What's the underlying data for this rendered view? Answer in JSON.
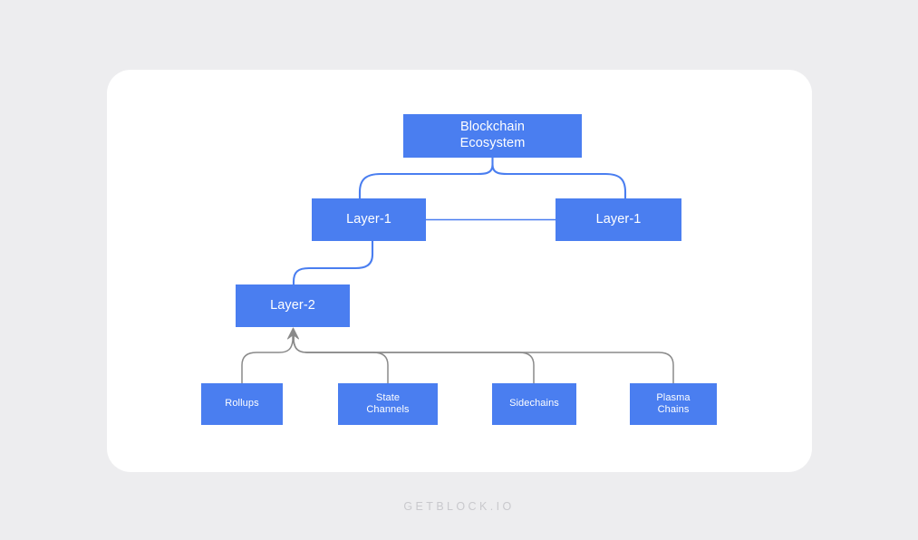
{
  "page": {
    "background_color": "#ededef",
    "card_background": "#ffffff",
    "node_color": "#4a7ef0",
    "node_text_color": "#ffffff",
    "blue_connector_color": "#4a7ef0",
    "gray_connector_color": "#8a8a8a",
    "footer_color": "#c9c9cd"
  },
  "diagram": {
    "title": "Blockchain Ecosystem",
    "nodes": {
      "root": {
        "label": "Blockchain\nEcosystem"
      },
      "layer1_left": {
        "label": "Layer-1"
      },
      "layer1_right": {
        "label": "Layer-1"
      },
      "layer2": {
        "label": "Layer-2"
      },
      "rollups": {
        "label": "Rollups"
      },
      "state_channels": {
        "label": "State\nChannels"
      },
      "sidechains": {
        "label": "Sidechains"
      },
      "plasma_chains": {
        "label": "Plasma\nChains"
      }
    }
  },
  "footer": {
    "brand": "GETBLOCK.IO"
  }
}
